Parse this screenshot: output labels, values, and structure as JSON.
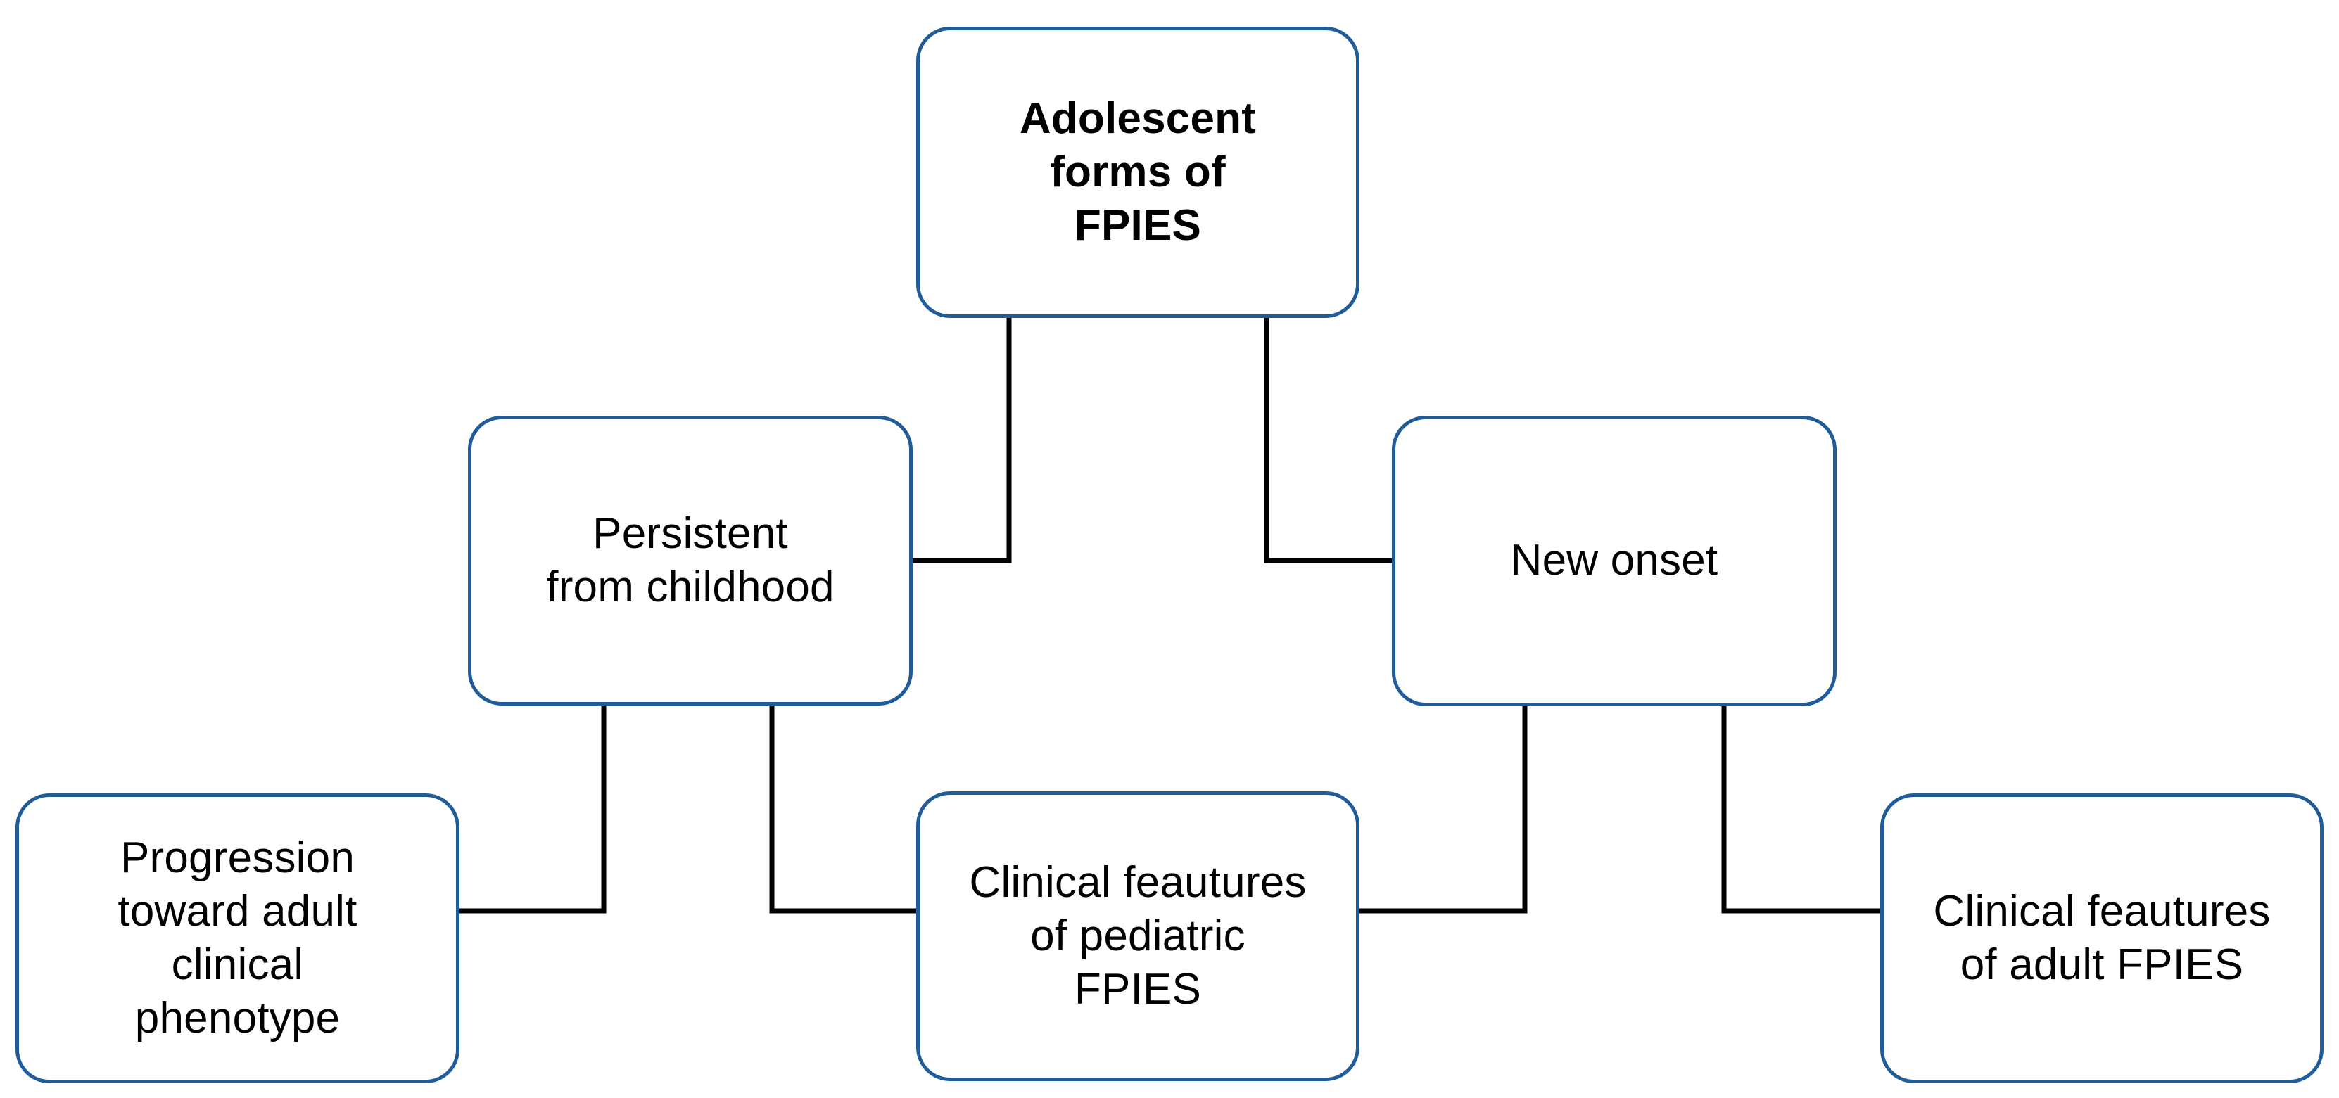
{
  "diagram": {
    "title": "Adolescent forms of FPIES",
    "colors": {
      "node_border": "#1f5c99",
      "connector": "#000000",
      "node_fill": "#ffffff",
      "text": "#000000",
      "background": "#ffffff"
    },
    "nodes": {
      "root": {
        "label": "Adolescent\nforms of\nFPIES",
        "lines": [
          "Adolescent",
          "forms of",
          "FPIES"
        ],
        "emphasis": "bold"
      },
      "persistent": {
        "label": "Persistent\nfrom childhood",
        "lines": [
          "Persistent",
          "from childhood"
        ],
        "emphasis": "normal"
      },
      "new_onset": {
        "label": "New onset",
        "lines": [
          "New onset"
        ],
        "emphasis": "normal"
      },
      "progression": {
        "label": "Progression\ntoward adult\nclinical\nphenotype",
        "lines": [
          "Progression",
          "toward adult",
          "clinical",
          "phenotype"
        ],
        "emphasis": "normal"
      },
      "pediatric_features": {
        "label": "Clinical feautures\nof pediatric\nFPIES",
        "lines": [
          "Clinical feautures",
          "of pediatric",
          "FPIES"
        ],
        "emphasis": "normal"
      },
      "adult_features": {
        "label": "Clinical feautures\nof adult FPIES",
        "lines": [
          "Clinical feautures",
          "of adult FPIES"
        ],
        "emphasis": "normal"
      }
    },
    "edges": [
      {
        "from": "root",
        "to": "persistent"
      },
      {
        "from": "root",
        "to": "new_onset"
      },
      {
        "from": "persistent",
        "to": "progression"
      },
      {
        "from": "persistent",
        "to": "pediatric_features"
      },
      {
        "from": "new_onset",
        "to": "pediatric_features"
      },
      {
        "from": "new_onset",
        "to": "adult_features"
      }
    ]
  }
}
